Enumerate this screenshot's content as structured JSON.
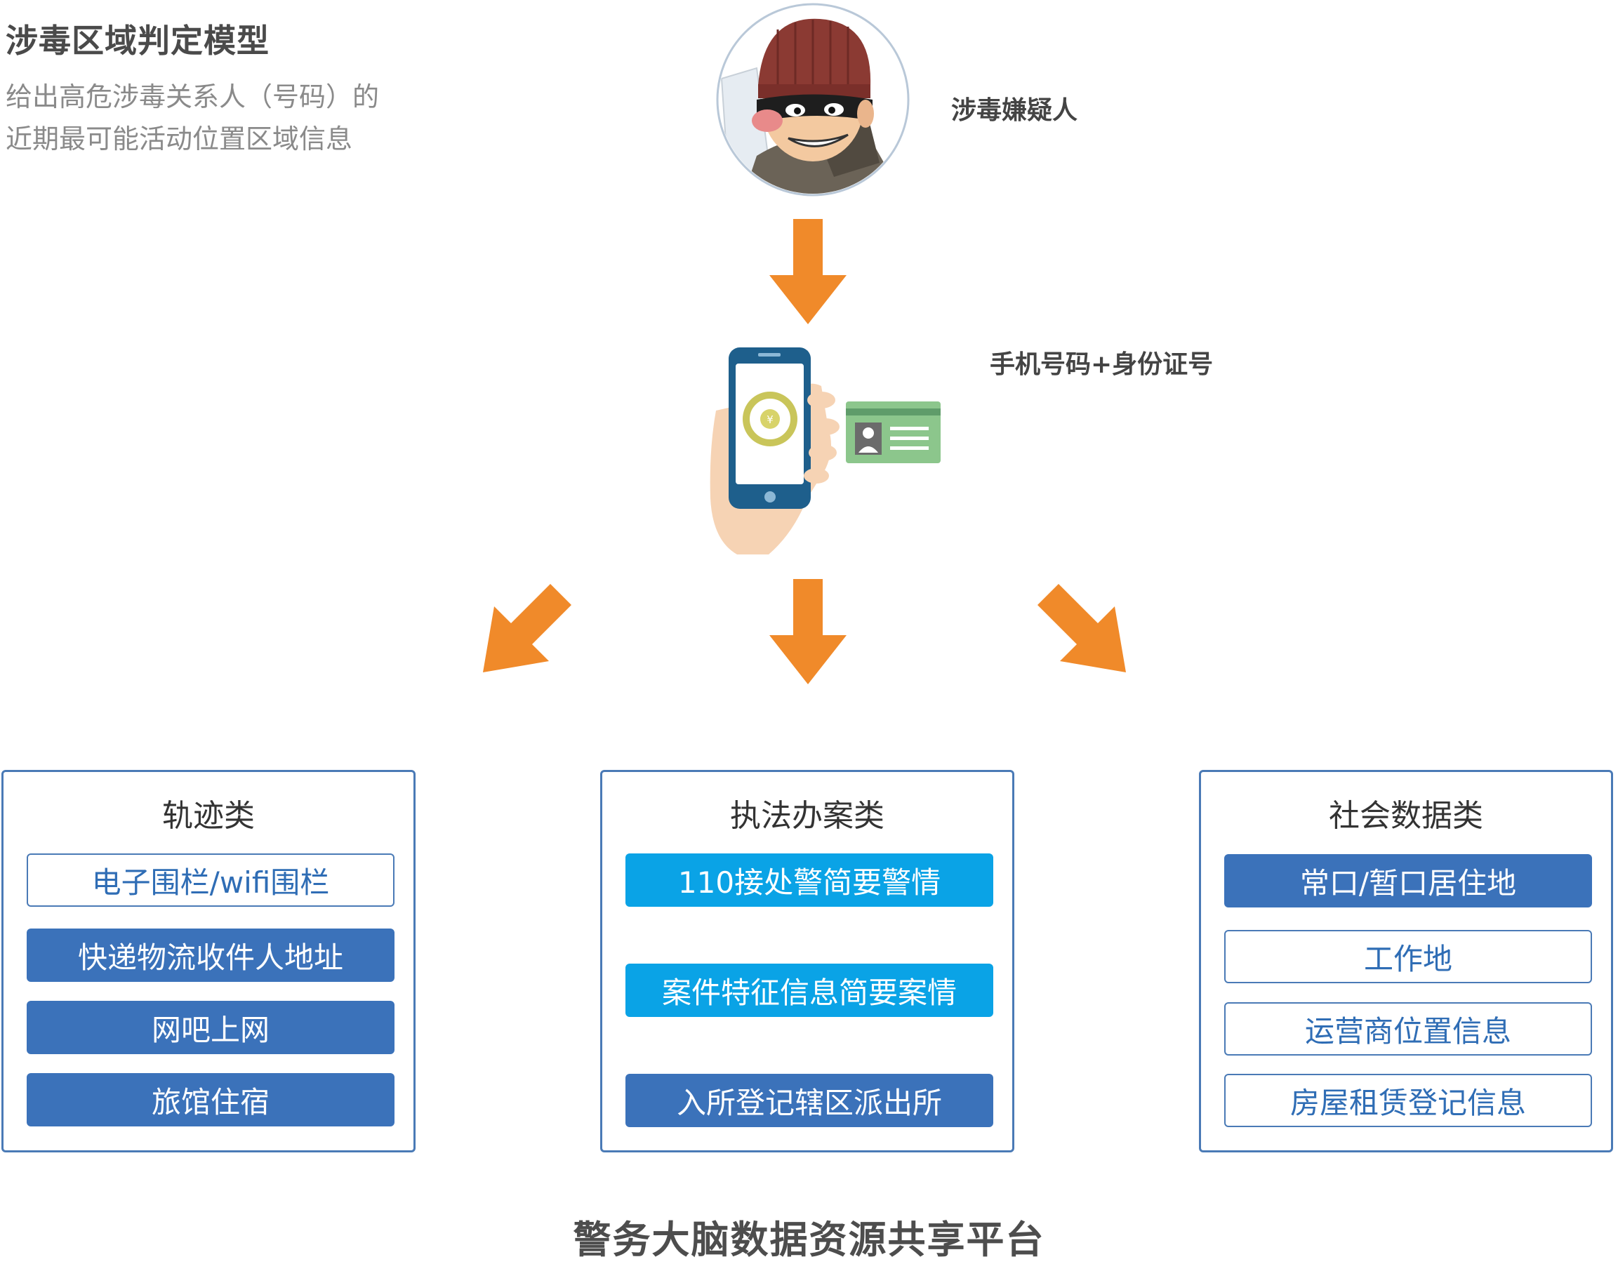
{
  "title": "涉毒区域判定模型",
  "description": [
    "给出高危涉毒关系人（号码）的",
    "近期最可能活动位置区域信息"
  ],
  "suspect_label": "涉毒嫌疑人",
  "phone_id_label": "手机号码+身份证号",
  "phone_icon_text": "¥",
  "categories": [
    {
      "title": "轨迹类",
      "items": [
        {
          "label": "电子围栏/wifi围栏",
          "style": "outline"
        },
        {
          "label": "快递物流收件人地址",
          "style": "solid"
        },
        {
          "label": "网吧上网",
          "style": "solid"
        },
        {
          "label": "旅馆住宿",
          "style": "solid"
        }
      ]
    },
    {
      "title": "执法办案类",
      "items": [
        {
          "label": "110接处警简要警情",
          "style": "cyan"
        },
        {
          "label": "案件特征信息简要案情",
          "style": "cyan"
        },
        {
          "label": "入所登记辖区派出所",
          "style": "solid"
        }
      ]
    },
    {
      "title": "社会数据类",
      "items": [
        {
          "label": "常口/暂口居住地",
          "style": "solid"
        },
        {
          "label": "工作地",
          "style": "outline"
        },
        {
          "label": "运营商位置信息",
          "style": "outline"
        },
        {
          "label": "房屋租赁登记信息",
          "style": "outline"
        }
      ]
    }
  ],
  "platform": "警务大脑数据资源共享平台",
  "colors": {
    "arrow": "#f08a2a",
    "solid": "#3b72ba",
    "cyan": "#0aa3e6",
    "border": "#4a7ab6"
  }
}
